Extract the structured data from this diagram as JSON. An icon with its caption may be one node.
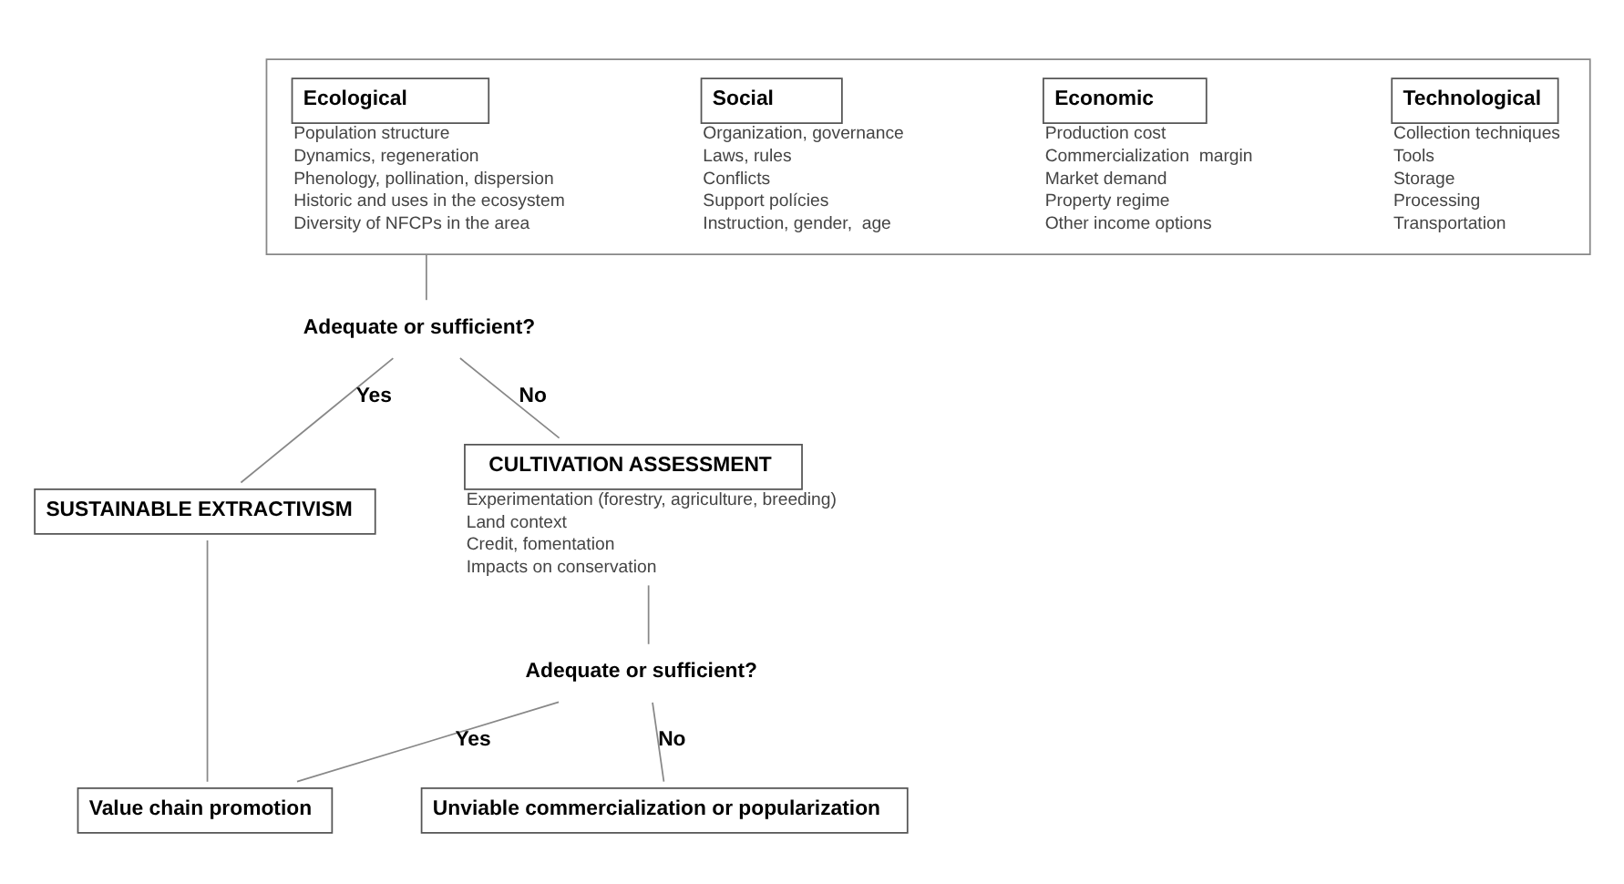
{
  "diagram": {
    "nodes": [
      {
        "text": [],
        "shape": "box"
      },
      {
        "text": [
          "Ecological"
        ],
        "in": 0,
        "beside": [
          "Population structure",
          "Dynamics, regeneration",
          "Phenology, pollination, dispersion",
          "Historic and uses in the ecosystem",
          "Diversity of NFCPs in the area"
        ]
      },
      {
        "text": [
          "Social"
        ],
        "in": 0,
        "beside": [
          "Organization, governance",
          "Laws, rules",
          "Conflicts",
          "Support polícies",
          "Instruction, gender,  age"
        ]
      },
      {
        "text": [
          "Economic"
        ],
        "in": 0,
        "beside": [
          "Production cost",
          "Commercialization  margin",
          "Market demand",
          "Property regime",
          "Other income options"
        ]
      },
      {
        "text": [
          "Technological"
        ],
        "in": 0,
        "beside": [
          "Collection techniques",
          "Tools",
          "Storage",
          "Processing",
          "Transportation"
        ]
      },
      {
        "text": [
          "Adequate or sufficient?"
        ]
      },
      {
        "text": [
          "SUSTAINABLE EXTRACTIVISM"
        ]
      },
      {
        "text": [
          "CULTIVATION ASSESSMENT"
        ],
        "beside": [
          "Experimentation (forestry, agriculture, breeding)",
          "Land context",
          "Credit, fomentation",
          "Impacts on conservation"
        ]
      },
      {
        "text": [
          "Adequate or sufficient?"
        ]
      },
      {
        "text": [
          "Value chain promotion"
        ]
      },
      {
        "text": [
          "Unviable commercialization or popularization"
        ]
      }
    ],
    "edges": [
      {
        "from": 0,
        "to": 5,
        "arrow": "none"
      },
      {
        "from": 5,
        "to": 6,
        "arrow": "none",
        "label": "Yes"
      },
      {
        "from": 5,
        "to": 7,
        "arrow": "none",
        "label": "No"
      },
      {
        "from": 6,
        "to": 9,
        "arrow": "none"
      },
      {
        "from": 7,
        "to": 8,
        "arrow": "none"
      },
      {
        "from": 8,
        "to": 9,
        "arrow": "none",
        "label": "Yes"
      },
      {
        "from": 8,
        "to": 10,
        "arrow": "none",
        "label": "No"
      }
    ]
  }
}
